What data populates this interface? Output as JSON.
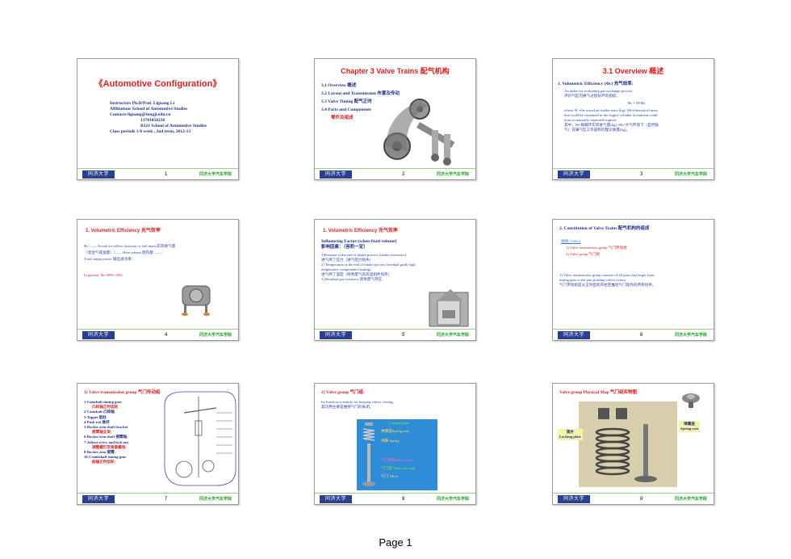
{
  "footer": {
    "logo_text": "同济大学",
    "right_text": "同济大学汽车学院"
  },
  "slides": [
    {
      "number": "1",
      "title": "《Automotive Configuration》",
      "lines": [
        "Instructors  Ph.D/Prof. Liguang Li",
        "Affiliations  School of Automotive Studies",
        "Contacts  liguang@tongji.edu.cn",
        "13701850216",
        "B321 School of Automotive Studies",
        "Class periods  1-8 week , 2nd term, 2012-13"
      ]
    },
    {
      "number": "2",
      "title": "Chapter 3 Valve Trains 配气机构",
      "items": [
        "3.1 Overview 概述",
        "3.2 Layout and Transmission 布置及传动",
        "3.3 Valve Timing 配气正时",
        "3.4 Parts and Components",
        "零件及组成"
      ]
    },
    {
      "number": "3",
      "title": "3.1 Overview 概述",
      "heading": "1. Volumetric Efficiency (Φc) 充气效率:",
      "lines": [
        "An index for evaluating gas exchange process.",
        "评价气缸内换气过程好坏的指标。",
        "Φc = M/Ms",
        "where M =the actual air intake mass (kg); Ms=theoretical mass",
        "that could be contained in the engine cylinder at ambient condi-",
        "tions in naturally-aspirated engines.",
        "其中，M=每循环实际进气量(kg); Ms=大气环境下（自然吸",
        "气）充满气缸工作容积的理论质量(kg)。"
      ]
    },
    {
      "number": "4",
      "title": "1. Volumetric Efficiency 充气效率",
      "lines": [
        "Φc↑——Actual air inflow (mixture or fuel mass)实际进气量",
        "（混合气或油量）↑——Heat release 放热量↑——",
        "Total output power 输出总功率↑",
        "In general, Φc=80%~90%"
      ]
    },
    {
      "number": "5",
      "title": "1. Volumetric Efficiency 充气效率",
      "heading": "Influencing Factor:(when fixed volume)",
      "subheading": "影响因素：（容积一定）",
      "lines": [
        "1)Pressure at the end of intake process (intake resistance)",
        "进气终了压力（进气阻力损失）",
        "2) Temperature at the end of intake process (residual gas& high",
        "temperature components heating)",
        "进气终了温度（残余废气及高温组件加热）",
        "3) Residual gas existence 残余废气存在"
      ]
    },
    {
      "number": "6",
      "title": "2. Constitution of Valve Trains 配气机构的组成",
      "link": "视频 (Video)",
      "items": [
        "1) Valve transmission group 气门传动组",
        "2) Valve group 气门组"
      ],
      "lines": [
        "1) Valve transmission group consists of all parts that begin from",
        "timing gear to the part pushing valves action.",
        "气门传动组是从正时齿轮开始至推动气门动作的所有组件。"
      ]
    },
    {
      "number": "7",
      "title": "1) Valve transmission group 气门传动组",
      "items": [
        "1-Camshaft timing gear",
        "凸轮轴正时齿轮",
        "2-Camshaft    凸轮轴",
        "3-Tappet    挺柱",
        "4-Push rod    推杆",
        "5-Rocker arm shaft bracket",
        "摇臂轴支架;",
        "6-Rocker arm shaft    摇臂轴;",
        "7-Adjust screw and lock nut",
        "调整螺钉及锁紧螺母;",
        "8-Rocker arm    摇臂;",
        "16-Crankshaft timing gear",
        "曲轴正时齿轮;"
      ]
    },
    {
      "number": "8",
      "title": "2) Valve group 气门组:",
      "lines": [
        "Its function is mainly for keeping valves closing,",
        "其功用主要是维持气门的关闭。"
      ],
      "labels": [
        "Locking plate",
        "弹簧座Spring seat",
        "弹簧 Spring",
        "气门导管Valve Guide",
        "气门座 Valve seat ring",
        "气门 Valve"
      ]
    },
    {
      "number": "9",
      "title": "Valve group Physical Map 气门组实物图",
      "labels": [
        "锁片",
        "Locking plate",
        "弹簧座",
        "Spring seat"
      ]
    }
  ],
  "page_label": "Page 1"
}
